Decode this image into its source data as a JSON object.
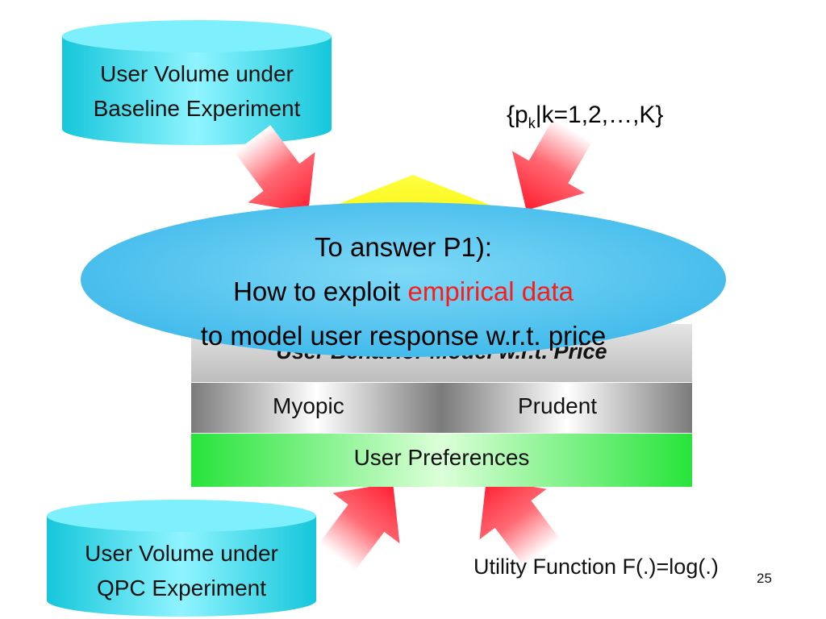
{
  "top_cylinder": {
    "line1": "User Volume under",
    "line2": "Baseline Experiment"
  },
  "bottom_cylinder": {
    "line1": "User Volume under",
    "line2": "QPC Experiment"
  },
  "price_set": {
    "prefix": "{p",
    "subscript": "k",
    "suffix": "|k=1,2,…,K}"
  },
  "behavior_model": {
    "title": "User Behavior Model w.r.t. Price",
    "left_label": "Myopic",
    "right_label": "Prudent",
    "base_label": "User Preferences"
  },
  "callout": {
    "line1": "To answer P1):",
    "line2_pre": "How to exploit ",
    "line2_highlight": "empirical data",
    "line3": "to model user response w.r.t. price"
  },
  "utility": {
    "text": "Utility Function F(.)=log(.)"
  },
  "slide_number": "25",
  "colors": {
    "cylinder": "#2fdcec",
    "arrow": "#ff2a3a",
    "triangle": "#ffff33",
    "ellipse": "#49c2ee",
    "highlight": "#ff1a1a",
    "preferences_band": "#27e43a"
  }
}
